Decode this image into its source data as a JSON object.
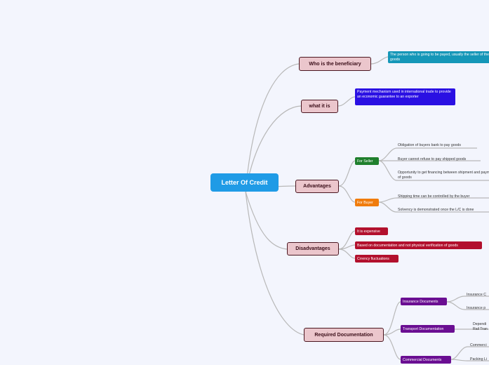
{
  "root": "Letter Of Credit",
  "beneficiary": {
    "label": "Who is the beneficiary",
    "answer": "The person who is going to be payed, usually the seller of the goods"
  },
  "what": {
    "label": "what it is",
    "answer": "Payment mechanism used in international trade to provide an economic guarantee to an exporter"
  },
  "advantages": {
    "label": "Advantages",
    "seller": {
      "label": "For Seller",
      "items": [
        "Obligation of buyers bank to pay goods",
        "Buyer cannot refuse to pay shipped goods",
        "Opportunity to get financing between shipment and payment of goods"
      ]
    },
    "buyer": {
      "label": "For Buyer",
      "items": [
        "Shipping time can be controlled by the buyer",
        "Solvency is demonstrated once the L/C is done"
      ]
    }
  },
  "disadvantages": {
    "label": "Disadvantages",
    "items": [
      "It is expensive",
      "Based on documentation and not physical verification of goods",
      "Crrency fluctuations"
    ]
  },
  "documentation": {
    "label": "Required Documentation",
    "insurance": {
      "label": "Insurance Documents",
      "items": [
        "Insurance C",
        "Insurance p"
      ]
    },
    "transport": {
      "label": "Transport Documentation",
      "items": [
        "Dependi",
        "Rail Tran"
      ]
    },
    "commercial": {
      "label": "Commercial Documents",
      "items": [
        "Commerci",
        "Packing Li"
      ]
    }
  },
  "colors": {
    "background": "#f3f5fd",
    "root": "#1f9be6",
    "main_fill": "#ebc6cc",
    "main_border": "#4a1620",
    "beneficiary_answer": "#1597b8",
    "what_answer": "#2a10e3",
    "seller": "#1f7f2d",
    "buyer": "#f07c0c",
    "disadvantage": "#b2102d",
    "documentation": "#6a0e92",
    "connector": "#b8b8b8"
  }
}
